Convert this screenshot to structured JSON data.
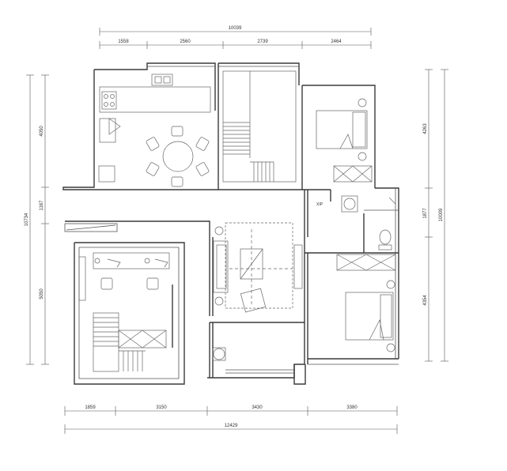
{
  "top_dims": {
    "overall": "10039",
    "segments": [
      "1558",
      "2560",
      "2739",
      "2464"
    ]
  },
  "bottom_dims": {
    "overall": "12429",
    "segments": [
      "1859",
      "3150",
      "3430",
      "3380"
    ]
  },
  "left_dims": {
    "overall": "10734",
    "segments": [
      "4050",
      "1167",
      "5050"
    ]
  },
  "right_dims": {
    "overall": "10009",
    "segments": [
      "4263",
      "1877",
      "4354"
    ]
  },
  "labels": {
    "washer": "XIP"
  }
}
